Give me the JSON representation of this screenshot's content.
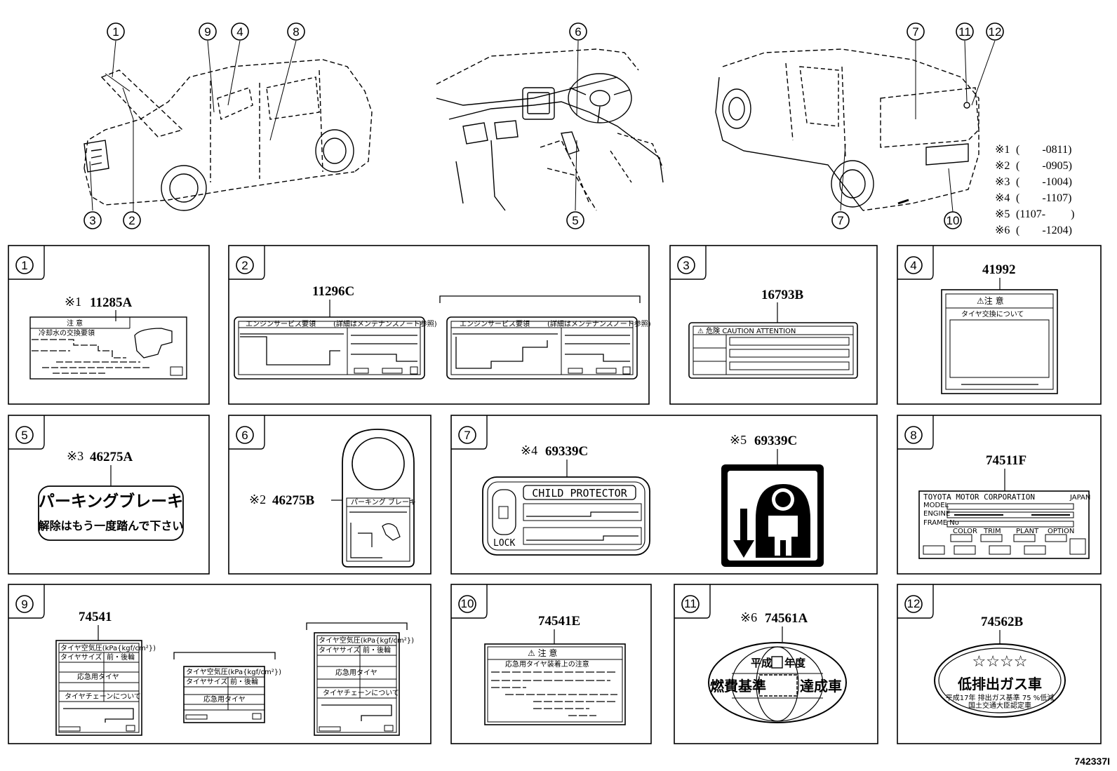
{
  "diagram_id": "742337I",
  "callouts": {
    "c1": "1",
    "c2": "2",
    "c3": "3",
    "c4": "4",
    "c5": "5",
    "c6": "6",
    "c7": "7",
    "c8": "8",
    "c9": "9",
    "c10": "10",
    "c11": "11",
    "c12": "12"
  },
  "notes": [
    {
      "mark": "※1",
      "range": "(        -0811)"
    },
    {
      "mark": "※2",
      "range": "(        -0905)"
    },
    {
      "mark": "※3",
      "range": "(        -1004)"
    },
    {
      "mark": "※4",
      "range": "(        -1107)"
    },
    {
      "mark": "※5",
      "range": "(1107-         )"
    },
    {
      "mark": "※6",
      "range": "(        -1204)"
    }
  ],
  "panels": {
    "p1": {
      "num": "1",
      "prefix": "※1",
      "part": "11285A",
      "label_title": "注    意",
      "label_sub": "冷却水の交換要領"
    },
    "p2": {
      "num": "2",
      "part": "11296C",
      "label_title": "エンジンサービス要領",
      "label_sub": "(詳細はメンテナンスノート参照)"
    },
    "p3": {
      "num": "3",
      "part": "16793B",
      "label_title": "⚠ 危険  CAUTION    ATTENTION"
    },
    "p4": {
      "num": "4",
      "part": "41992",
      "label_title": "⚠注  意",
      "label_sub": "タイヤ交換について"
    },
    "p5": {
      "num": "5",
      "prefix": "※3",
      "part": "46275A",
      "line1": "パーキングブレーキ",
      "line2": "解除はもう一度踏んで下さい"
    },
    "p6": {
      "num": "6",
      "prefix": "※2",
      "part": "46275B",
      "label_title": "パーキング  ブレーキ"
    },
    "p7": {
      "num": "7",
      "prefixA": "※4",
      "partA": "69339C",
      "child_title": "CHILD  PROTECTOR",
      "lock": "LOCK",
      "prefixB": "※5",
      "partB": "69339C"
    },
    "p8": {
      "num": "8",
      "part": "74511F",
      "label_title": "TOYOTA  MOTOR  CORPORATION",
      "japan": "JAPAN",
      "model": "MODEL",
      "engine": "ENGINE",
      "frame": "FRAME No",
      "color": "COLOR",
      "trim": "TRIM",
      "plant": "PLANT",
      "option": "OPTION"
    },
    "p9": {
      "num": "9",
      "part": "74541",
      "t1": "タイヤ空気圧(kPa{kgf/cm²})",
      "t2": "タイヤサイズ",
      "t3": "前・後輪",
      "t4": "応急用タイヤ",
      "t5": "タイヤチェーンについて"
    },
    "p10": {
      "num": "10",
      "part": "74541E",
      "label_title": "⚠  注  意",
      "label_sub": "応急用タイヤ装着上の注意"
    },
    "p11": {
      "num": "11",
      "prefix": "※6",
      "part": "74561A",
      "heisei": "平成",
      "nendo": "年度",
      "left": "燃費基準",
      "right": "達成車"
    },
    "p12": {
      "num": "12",
      "part": "74562B",
      "stars": "☆☆☆☆",
      "main": "低排出ガス車",
      "sub1": "平成17年 排出ガス基準 75 %低減",
      "sub2": "国土交通大臣認定車"
    }
  }
}
